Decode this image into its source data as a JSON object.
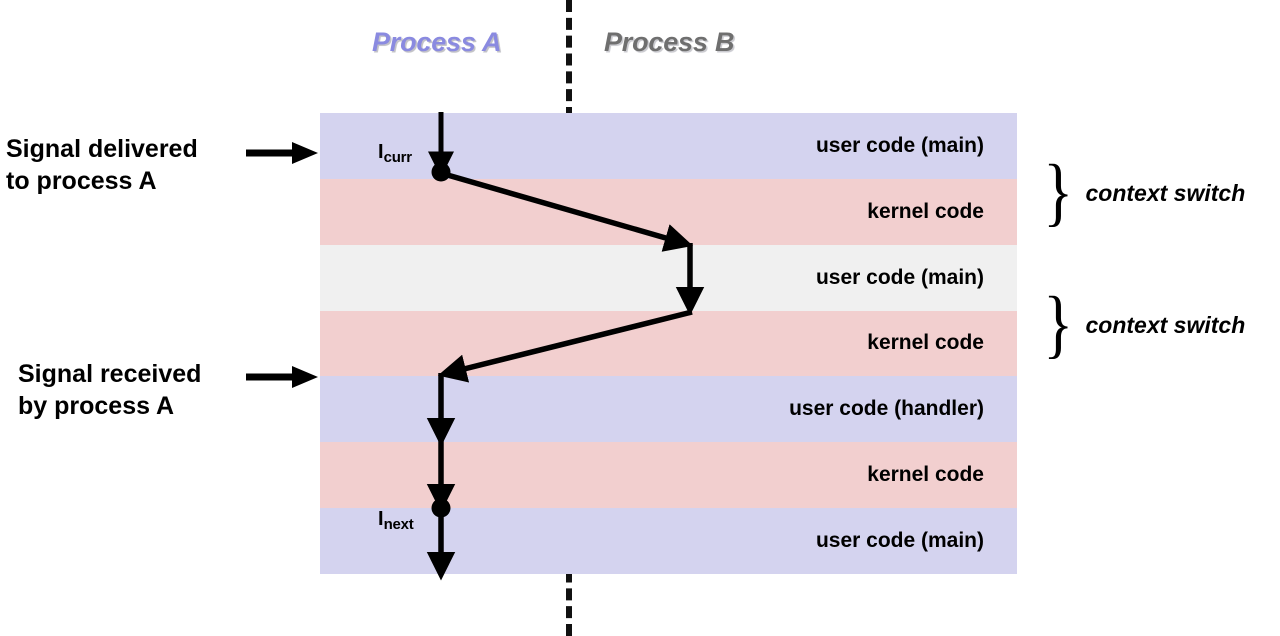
{
  "diagram": {
    "title_a": "Process A",
    "title_b": "Process B",
    "headers": {
      "process_a": "Process A",
      "process_b": "Process B",
      "process_a_color": "#8a8ae0",
      "process_b_color": "#6f6f6f"
    },
    "colors": {
      "user_band": "#d4d3ef",
      "kernel_band": "#f2cfcf",
      "other_band": "#f0f0f0",
      "line": "#000000",
      "divider": "#111111"
    },
    "bands": [
      {
        "label": "user code (main)",
        "kind": "user"
      },
      {
        "label": "kernel code",
        "kind": "kernel"
      },
      {
        "label": "user code (main)",
        "kind": "other"
      },
      {
        "label": "kernel code",
        "kind": "kernel"
      },
      {
        "label": "user code (handler)",
        "kind": "user"
      },
      {
        "label": "kernel code",
        "kind": "kernel"
      },
      {
        "label": "user code (main)",
        "kind": "user"
      }
    ],
    "left_notes": [
      {
        "name": "signal-delivered",
        "text": "Signal delivered\nto process A"
      },
      {
        "name": "signal-received",
        "text": "Signal received\nby process A"
      }
    ],
    "right_notes": [
      {
        "brace": "}",
        "label": "context switch"
      },
      {
        "brace": "}",
        "label": "context switch"
      }
    ],
    "instructions": [
      {
        "base": "I",
        "sub": "curr"
      },
      {
        "base": "I",
        "sub": "next"
      }
    ]
  }
}
